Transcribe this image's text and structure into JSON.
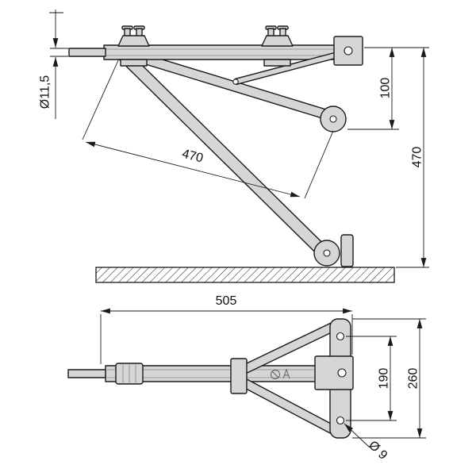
{
  "colors": {
    "background": "#ffffff",
    "line": "#1a1a1a",
    "part_fill": "#d6d6d6"
  },
  "side_view": {
    "dim_spindle_diameter": "Ø11,5",
    "dim_bracket_height": "100",
    "dim_overall_height": "470",
    "dim_arm_length": "470"
  },
  "plan_view": {
    "dim_overall_length": "505",
    "dim_hole_spacing": "190",
    "dim_overall_width": "260",
    "dim_hole_diameter": "Ø 9"
  }
}
